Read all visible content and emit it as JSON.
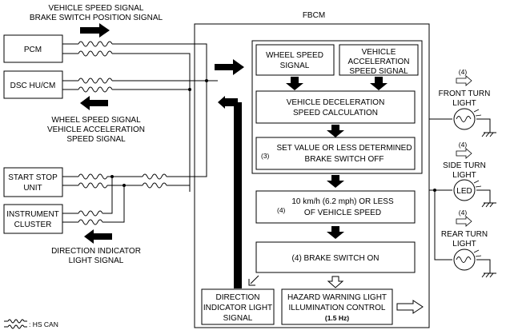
{
  "top_signals": {
    "line1": "VEHICLE SPEED SIGNAL",
    "line2": "BRAKE SWITCH POSITION SIGNAL"
  },
  "fbcm_title": "FBCM",
  "modules": {
    "pcm": "PCM",
    "dsc": "DSC HU/CM",
    "start_stop_line1": "START STOP",
    "start_stop_line2": "UNIT",
    "instrument_line1": "INSTRUMENT",
    "instrument_line2": "CLUSTER"
  },
  "mid_signals": {
    "line1": "WHEEL SPEED SIGNAL",
    "line2": "VEHICLE ACCELERATION",
    "line3": "SPEED SIGNAL"
  },
  "bottom_signals": {
    "line1": "DIRECTION INDICATOR",
    "line2": "LIGHT SIGNAL"
  },
  "legend": ": HS CAN",
  "process": {
    "wheel_speed_line1": "WHEEL SPEED",
    "wheel_speed_line2": "SIGNAL",
    "vehicle_acc_line1": "VEHICLE",
    "vehicle_acc_line2": "ACCELERATION",
    "vehicle_acc_line3": "SPEED SIGNAL",
    "decel_line1": "VEHICLE DECELERATION",
    "decel_line2": "SPEED CALCULATION",
    "step3_num": "(3)",
    "step3_line1": "SET VALUE OR LESS DETERMINED",
    "step3_line2": "BRAKE SWITCH OFF",
    "step4a_num": "(4)",
    "step4a_line1": "10 km/h (6.2 mph) OR LESS",
    "step4a_line2": "OF VEHICLE SPEED",
    "step4b": "(4)  BRAKE SWITCH ON",
    "dir_line1": "DIRECTION",
    "dir_line2": "INDICATOR LIGHT",
    "dir_line3": "SIGNAL",
    "hazard_line1": "HAZARD WARNING LIGHT",
    "hazard_line2": "ILLUMINATION CONTROL",
    "hazard_line3": "(1.5 Hz)"
  },
  "lights": {
    "front_num": "(4)",
    "front_line1": "FRONT TURN",
    "front_line2": "LIGHT",
    "side_num": "(4)",
    "side_line1": "SIDE TURN",
    "side_line2": "LIGHT",
    "side_led": "LED",
    "rear_num": "(4)",
    "rear_line1": "REAR TURN",
    "rear_line2": "LIGHT"
  }
}
